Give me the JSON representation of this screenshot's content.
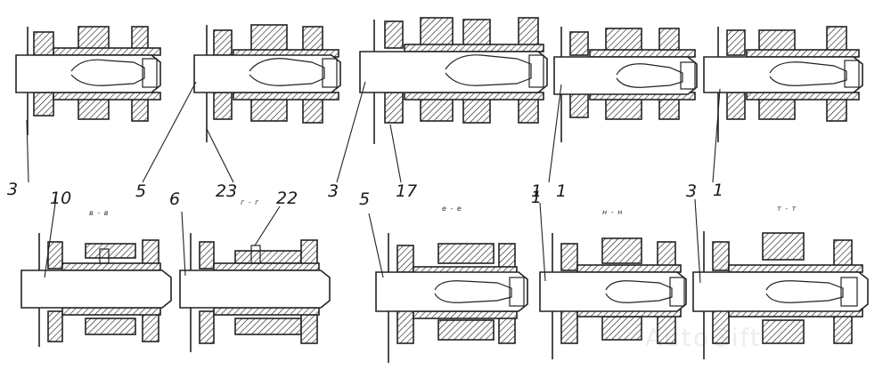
{
  "callouts": {
    "c3a": "3",
    "c5a": "5",
    "c23": "23",
    "c3b": "3",
    "c17": "17",
    "c1a": "1",
    "c1b": "1",
    "c10": "10",
    "c6": "6",
    "c22": "22",
    "c5b": "5",
    "c1c": "1",
    "c3c": "3",
    "c1d": "1"
  },
  "sections": {
    "s1": "в - в",
    "s2": "г - г",
    "s3": "е - е",
    "s4": "н - н",
    "s5": "т - т"
  },
  "watermark": "AutoGift"
}
